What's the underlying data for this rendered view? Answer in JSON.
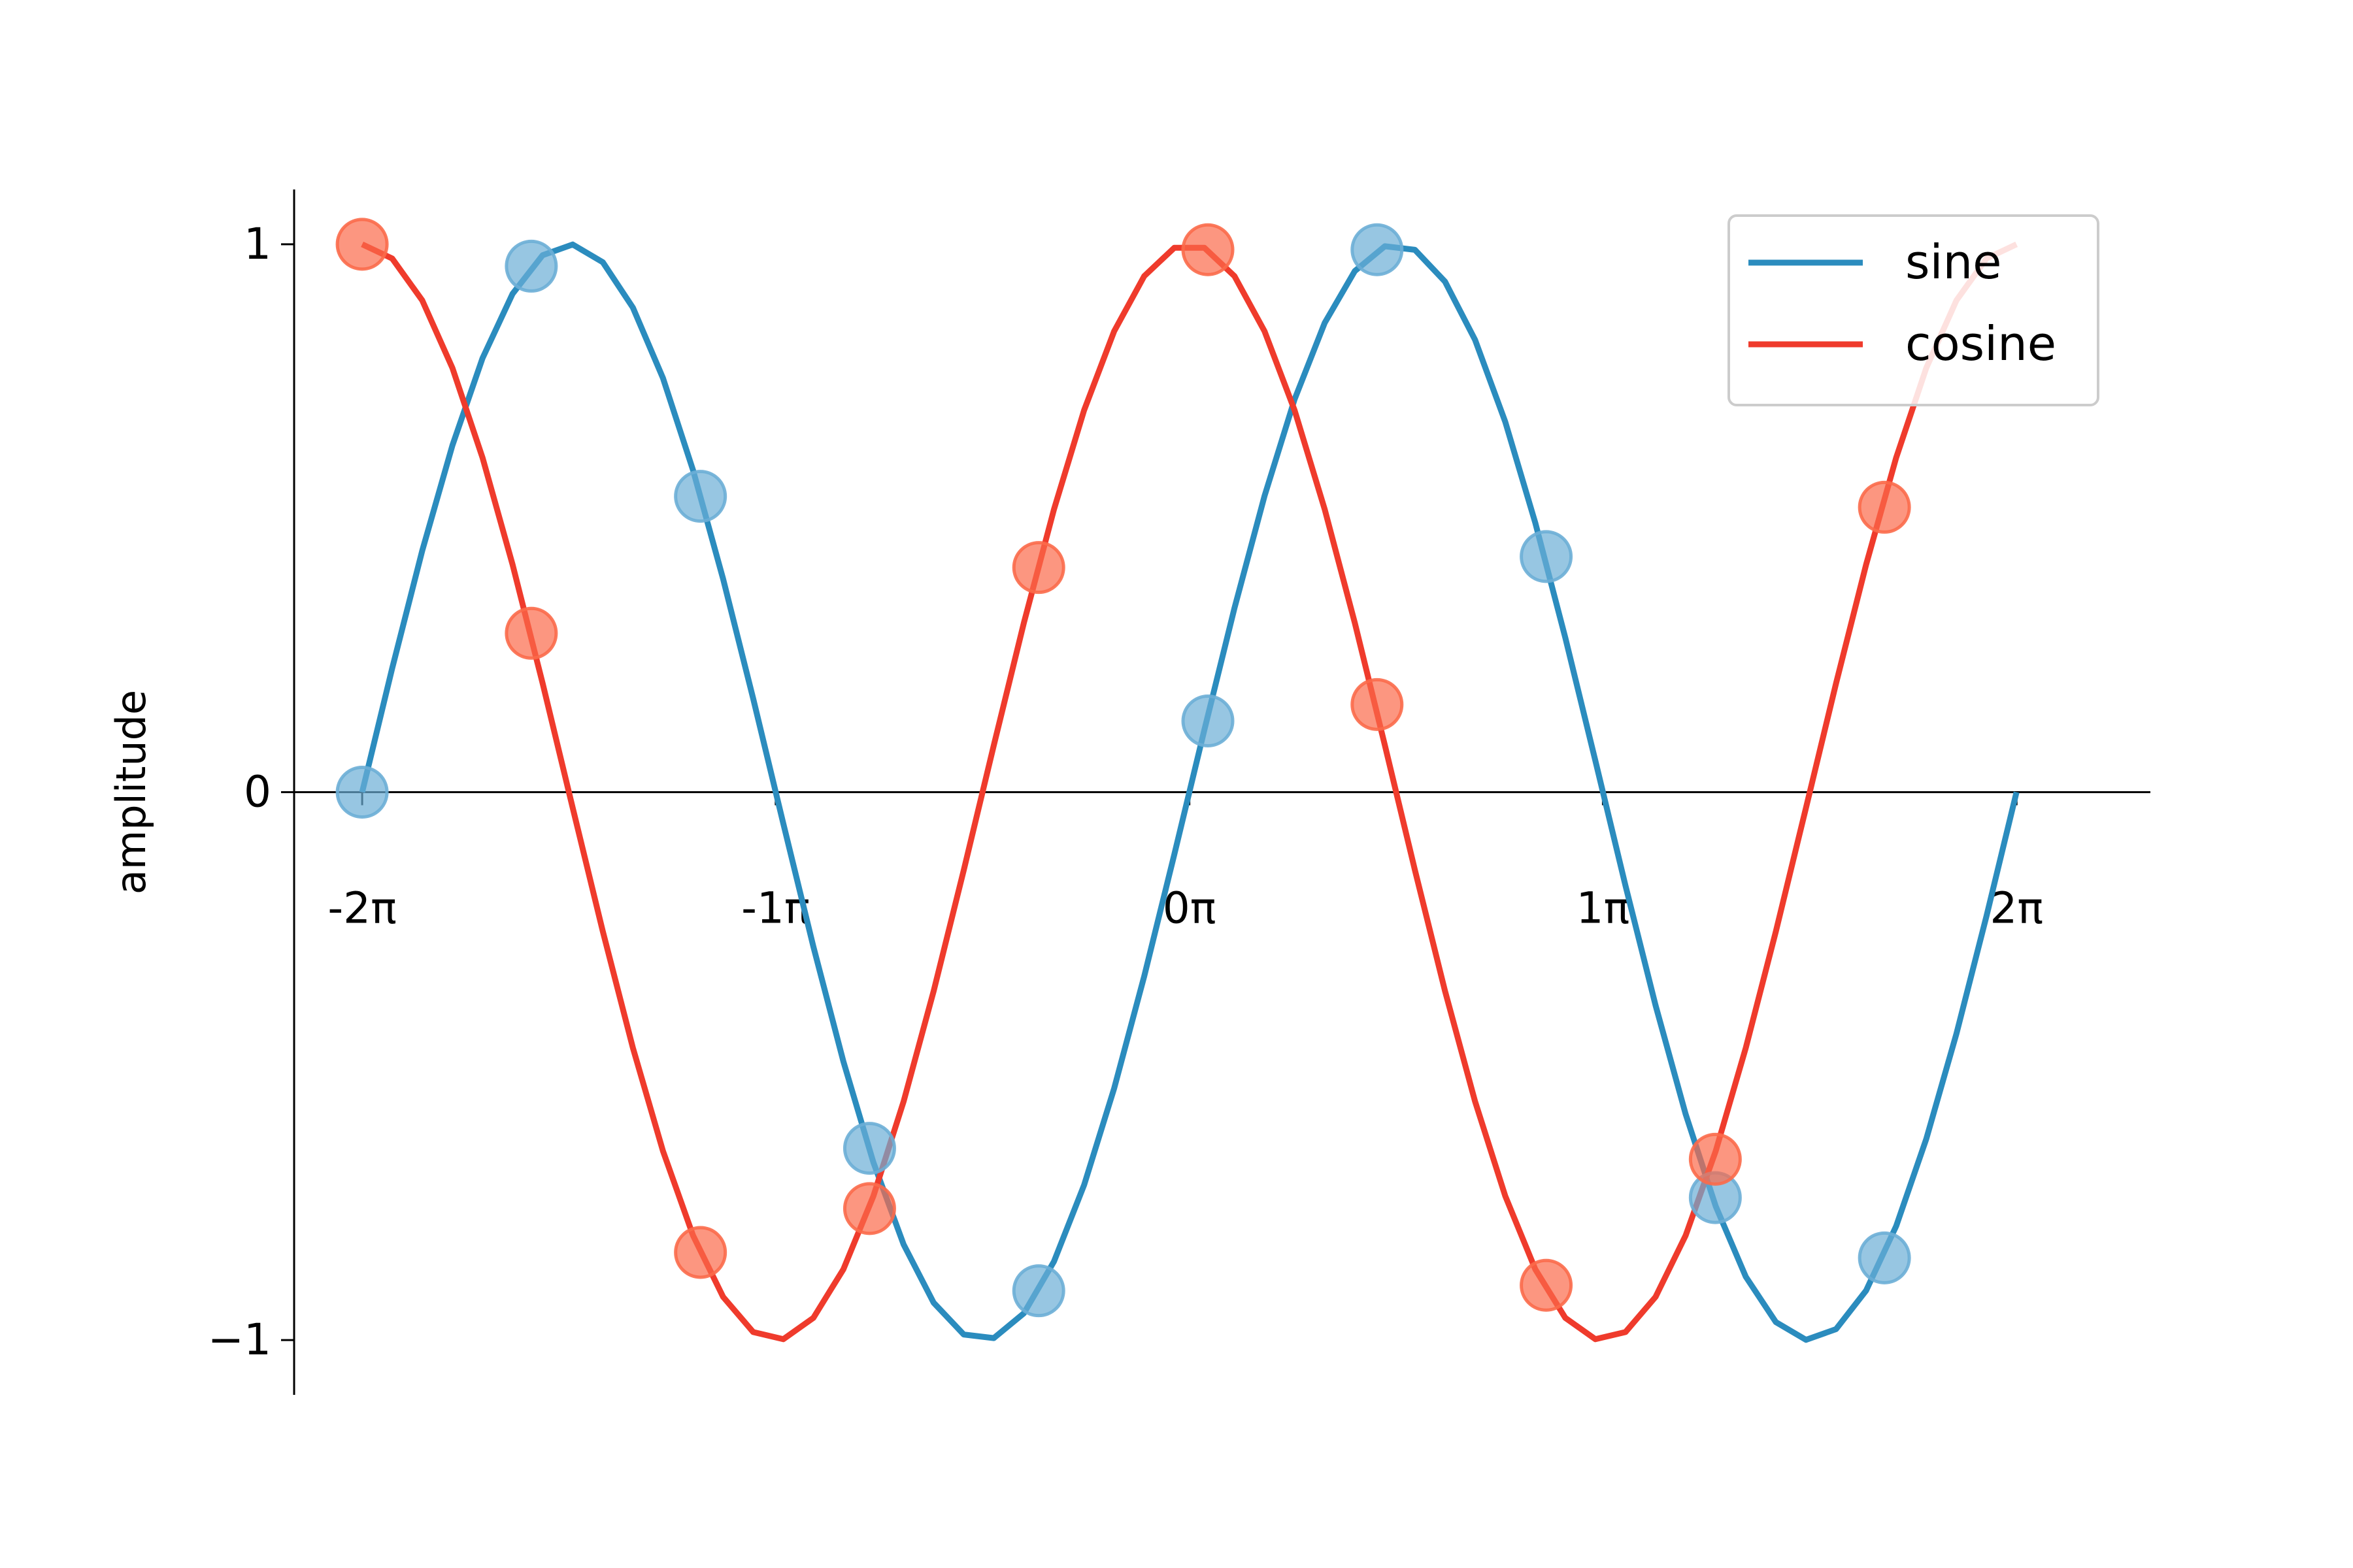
{
  "chart_data": {
    "type": "line",
    "xlabel": "",
    "ylabel": "amplitude",
    "xlim": [
      -6.8,
      7.3
    ],
    "ylim": [
      -1.1,
      1.1
    ],
    "x_ticks": [
      {
        "value": -6.2832,
        "label": "-2π"
      },
      {
        "value": -3.1416,
        "label": "-1π"
      },
      {
        "value": 0,
        "label": "0π"
      },
      {
        "value": 3.1416,
        "label": "1π"
      },
      {
        "value": 6.2832,
        "label": "2π"
      }
    ],
    "y_ticks": [
      {
        "value": -1,
        "label": "−1"
      },
      {
        "value": 0,
        "label": "0"
      },
      {
        "value": 1,
        "label": "1"
      }
    ],
    "series": [
      {
        "name": "sine",
        "color": "#2b8cbe",
        "function": "sin",
        "x_range": [
          -6.2832,
          6.2832
        ],
        "n_points": 56
      },
      {
        "name": "cosine",
        "color": "#ef3b2c",
        "function": "cos",
        "x_range": [
          -6.2832,
          6.2832
        ],
        "n_points": 56
      }
    ],
    "scatter": [
      {
        "series": "sine",
        "color": "#6baed6",
        "points": [
          {
            "x": -6.2832,
            "y": 0.0
          },
          {
            "x": -4.9984,
            "y": 0.96
          },
          {
            "x": -3.7136,
            "y": 0.54
          },
          {
            "x": -2.4288,
            "y": -0.65
          },
          {
            "x": -1.144,
            "y": -0.91
          },
          {
            "x": 0.1408,
            "y": 0.13
          },
          {
            "x": 1.4256,
            "y": 0.99
          },
          {
            "x": 2.7104,
            "y": 0.43
          },
          {
            "x": 3.9952,
            "y": -0.74
          },
          {
            "x": 5.28,
            "y": -0.85
          }
        ]
      },
      {
        "series": "cosine",
        "color": "#fb6a4a",
        "points": [
          {
            "x": -6.2832,
            "y": 1.0
          },
          {
            "x": -4.9984,
            "y": 0.29
          },
          {
            "x": -3.7136,
            "y": -0.84
          },
          {
            "x": -2.4288,
            "y": -0.76
          },
          {
            "x": -1.144,
            "y": 0.41
          },
          {
            "x": 0.1408,
            "y": 0.99
          },
          {
            "x": 1.4256,
            "y": 0.16
          },
          {
            "x": 2.7104,
            "y": -0.9
          },
          {
            "x": 3.9952,
            "y": -0.67
          },
          {
            "x": 5.28,
            "y": 0.52
          }
        ]
      }
    ],
    "legend": {
      "position": "top-right",
      "entries": [
        {
          "label": "sine",
          "color": "#2b8cbe"
        },
        {
          "label": "cosine",
          "color": "#ef3b2c"
        }
      ]
    },
    "zero_line": true,
    "grid": false
  }
}
